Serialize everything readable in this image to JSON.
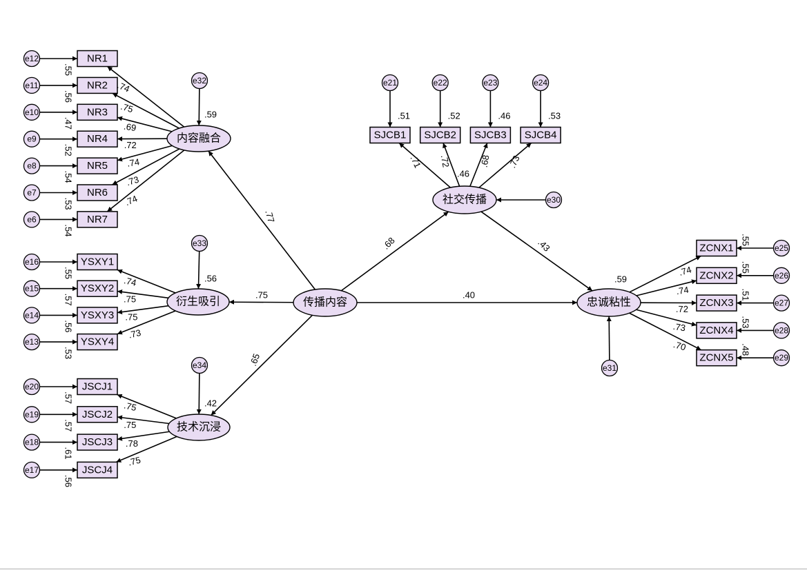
{
  "colors": {
    "node_fill": "#e9dcf3",
    "stroke": "#000000",
    "background": "#ffffff"
  },
  "latents": {
    "nrrh": "内容融合",
    "ysxy": "衍生吸引",
    "jscj": "技术沉浸",
    "cbnr": "传播内容",
    "sjcb": "社交传播",
    "zcnx": "忠诚粘性"
  },
  "blocks": [
    {
      "latent": "nrrh",
      "error": "e32",
      "r2": ".59",
      "items": [
        {
          "name": "NR1",
          "error": "e12",
          "loading": ".74",
          "r2": ".55"
        },
        {
          "name": "NR2",
          "error": "e11",
          "loading": ".75",
          "r2": ".56"
        },
        {
          "name": "NR3",
          "error": "e10",
          "loading": ".69",
          "r2": ".47"
        },
        {
          "name": "NR4",
          "error": "e9",
          "loading": ".72",
          "r2": ".52"
        },
        {
          "name": "NR5",
          "error": "e8",
          "loading": ".74",
          "r2": ".54"
        },
        {
          "name": "NR6",
          "error": "e7",
          "loading": ".73",
          "r2": ".53"
        },
        {
          "name": "NR7",
          "error": "e6",
          "loading": ".74",
          "r2": ".54"
        }
      ]
    },
    {
      "latent": "ysxy",
      "error": "e33",
      "r2": ".56",
      "items": [
        {
          "name": "YSXY1",
          "error": "e16",
          "loading": ".74",
          "r2": ".55"
        },
        {
          "name": "YSXY2",
          "error": "e15",
          "loading": ".75",
          "r2": ".57"
        },
        {
          "name": "YSXY3",
          "error": "e14",
          "loading": ".75",
          "r2": ".56"
        },
        {
          "name": "YSXY4",
          "error": "e13",
          "loading": ".73",
          "r2": ".53"
        }
      ]
    },
    {
      "latent": "jscj",
      "error": "e34",
      "r2": ".42",
      "items": [
        {
          "name": "JSCJ1",
          "error": "e20",
          "loading": ".75",
          "r2": ".57"
        },
        {
          "name": "JSCJ2",
          "error": "e19",
          "loading": ".75",
          "r2": ".57"
        },
        {
          "name": "JSCJ3",
          "error": "e18",
          "loading": ".78",
          "r2": ".61"
        },
        {
          "name": "JSCJ4",
          "error": "e17",
          "loading": ".75",
          "r2": ".56"
        }
      ]
    },
    {
      "latent": "sjcb",
      "error": "e30",
      "r2": ".46",
      "items": [
        {
          "name": "SJCB1",
          "error": "e21",
          "loading": ".71",
          "r2": ".51"
        },
        {
          "name": "SJCB2",
          "error": "e22",
          "loading": ".72",
          "r2": ".52"
        },
        {
          "name": "SJCB3",
          "error": "e23",
          "loading": ".68",
          "r2": ".46"
        },
        {
          "name": "SJCB4",
          "error": "e24",
          "loading": ".73",
          "r2": ".53"
        }
      ]
    },
    {
      "latent": "zcnx",
      "error": "e31",
      "r2": ".59",
      "items": [
        {
          "name": "ZCNX1",
          "error": "e25",
          "loading": ".74",
          "r2": ".55"
        },
        {
          "name": "ZCNX2",
          "error": "e26",
          "loading": ".74",
          "r2": ".55"
        },
        {
          "name": "ZCNX3",
          "error": "e27",
          "loading": ".72",
          "r2": ".51"
        },
        {
          "name": "ZCNX4",
          "error": "e28",
          "loading": ".73",
          "r2": ".53"
        },
        {
          "name": "ZCNX5",
          "error": "e29",
          "loading": ".70",
          "r2": ".48"
        }
      ]
    }
  ],
  "paths": [
    {
      "from": "cbnr",
      "to": "nrrh",
      "coef": ".77"
    },
    {
      "from": "cbnr",
      "to": "ysxy",
      "coef": ".75"
    },
    {
      "from": "cbnr",
      "to": "jscj",
      "coef": ".65"
    },
    {
      "from": "cbnr",
      "to": "sjcb",
      "coef": ".68"
    },
    {
      "from": "cbnr",
      "to": "zcnx",
      "coef": ".40"
    },
    {
      "from": "sjcb",
      "to": "zcnx",
      "coef": ".43"
    }
  ]
}
